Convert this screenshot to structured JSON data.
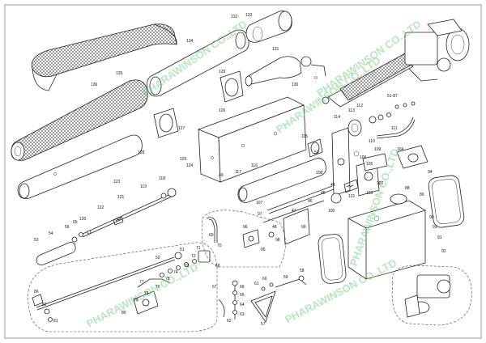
{
  "watermark": {
    "text": "PHARAWINSON CO.,LTD",
    "color": "#7fd08a"
  },
  "labels": {
    "l132": "132",
    "l133": "133",
    "l134": "134",
    "l135": "135",
    "l136": "136",
    "l131": "131",
    "l130": "130",
    "l129": "129",
    "l128": "128",
    "l127": "127",
    "l126": "126",
    "l125": "125",
    "l124": "124",
    "l123": "123",
    "l122": "122",
    "l121": "121",
    "l120": "120",
    "l119": "119",
    "l118": "118",
    "l117": "117",
    "l116": "116",
    "l115": "115",
    "l114": "114",
    "l113": "113",
    "l112": "112",
    "l111": "111",
    "l110": "110",
    "l109": "109",
    "l108": "108",
    "l107": "107",
    "l106": "106",
    "l105": "105",
    "l104": "104",
    "l103": "103",
    "l102": "102",
    "l101": "101",
    "l100": "100",
    "l99": "99",
    "l98": "98",
    "l97": "97",
    "l96": "96",
    "l95": "95",
    "l94": "94",
    "l93": "93",
    "l92": "92",
    "l91": "91",
    "l90": "90",
    "l89": "89",
    "l88": "88",
    "l86": "86",
    "l82": "82",
    "l81": "81",
    "l80": "80",
    "l79": "79",
    "l78": "78",
    "l77": "77",
    "l76": "76",
    "l75": "75",
    "l74": "74",
    "l73": "73",
    "l72": "72",
    "l71": "71",
    "l70": "70",
    "l69": "69",
    "l68": "68",
    "l67": "67",
    "l66": "66",
    "l65": "65",
    "l64": "64",
    "l63": "63",
    "l62": "62",
    "l61": "61",
    "l60": "60",
    "l59": "59",
    "l58": "58",
    "l57": "57",
    "l56": "56",
    "l55": "55",
    "l54": "54",
    "l53": "53",
    "l52": "52",
    "l51": "51",
    "l50": "50",
    "l49": "49",
    "l48": "48",
    "l47": "47",
    "l46": "46",
    "l45": "45",
    "l44": "44",
    "l5187": "51-87"
  }
}
